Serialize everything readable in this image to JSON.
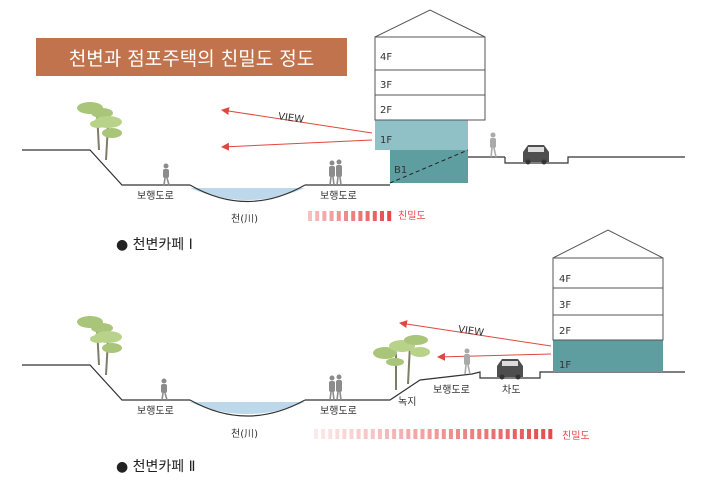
{
  "title": "천변과 점포주택의 친밀도 정도",
  "colors": {
    "banner": "#c0734c",
    "arrow": "#e0473f",
    "water": "#bcd8ea",
    "building_teal": "#5f9ea0",
    "building_light_teal": "#8fc1c6",
    "tree": "#a8c57a",
    "intimacy": "#e84a4a"
  },
  "section1": {
    "caption": "● 천변카페 Ⅰ",
    "floors": [
      "4F",
      "3F",
      "2F",
      "1F",
      "B1"
    ],
    "view_label": "VIEW",
    "labels": {
      "sidewalk_left": "보행도로",
      "stream": "천(川)",
      "sidewalk_right": "보행도로",
      "intimacy": "친밀도"
    }
  },
  "section2": {
    "caption": "● 천변카페 Ⅱ",
    "floors": [
      "4F",
      "3F",
      "2F",
      "1F"
    ],
    "view_label": "VIEW",
    "labels": {
      "sidewalk_left": "보행도로",
      "stream": "천(川)",
      "sidewalk_right": "보행도로",
      "green": "녹지",
      "sidewalk_upper": "보행도로",
      "road": "차도",
      "intimacy": "친밀도"
    }
  }
}
